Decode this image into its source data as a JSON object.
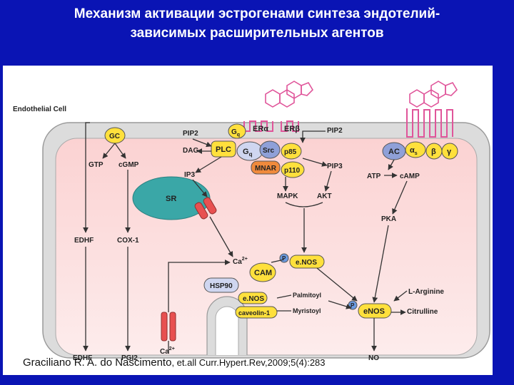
{
  "title": {
    "line1": "Механизм активации эстрогенами синтеза эндотелий-",
    "line2": "зависимых расширительных агентов"
  },
  "diagram": {
    "cell_label": "Endothelial Cell",
    "gc": "GC",
    "gtp": "GTP",
    "cgmp": "cGMP",
    "pip2_left": "PIP2",
    "dag": "DAG",
    "ip3": "IP3",
    "gq_outer": "G",
    "gq_outer_sub": "q",
    "gq_inner": "G",
    "gq_inner_sub": "q",
    "plc": "PLC",
    "src": "Src",
    "p85": "p85",
    "mnar": "MNAR",
    "p110": "p110",
    "er_alpha": "ERα",
    "er_beta": "ERβ",
    "pip2_right": "PIP2",
    "pip3": "PIP3",
    "mapk": "MAPK",
    "akt": "AKT",
    "sr": "SR",
    "ac": "AC",
    "alpha_s": "α",
    "alpha_s_sub": "s",
    "beta": "β",
    "gamma": "γ",
    "atp": "ATP",
    "camp": "cAMP",
    "pka": "PKA",
    "edhf_in": "EDHF",
    "cox1": "COX-1",
    "ca_in": "Ca",
    "ca_in_sup": "2+",
    "p_marker_1": "P",
    "p_marker_2": "P",
    "enos_top": "e.NOS",
    "cam": "CAM",
    "hsp90": "HSP90",
    "enos_mid": "e.NOS",
    "caveolin": "caveolin-1",
    "palmitoyl": "Palmitoyl",
    "myristoyl": "Myristoyl",
    "enos_active": "eNOS",
    "l_arginine": "L-Arginine",
    "citrulline": "Citrulline",
    "edhf_out": "EDHF",
    "pgi2_out": "PGI2",
    "ca_out": "Ca",
    "ca_out_sup": "2+",
    "no_out": "NO"
  },
  "citation": {
    "authors": "Graciliano R. A. do Nascimento",
    "ref": ", et.all Curr.Hypert.Rev,2009;5(4):283"
  },
  "colors": {
    "background": "#0a14b4",
    "cytoplasm": "#f9c6c6",
    "membrane": "#d9d9d9",
    "node_fill": "#ffe03c",
    "receptor": "#e0559a"
  }
}
